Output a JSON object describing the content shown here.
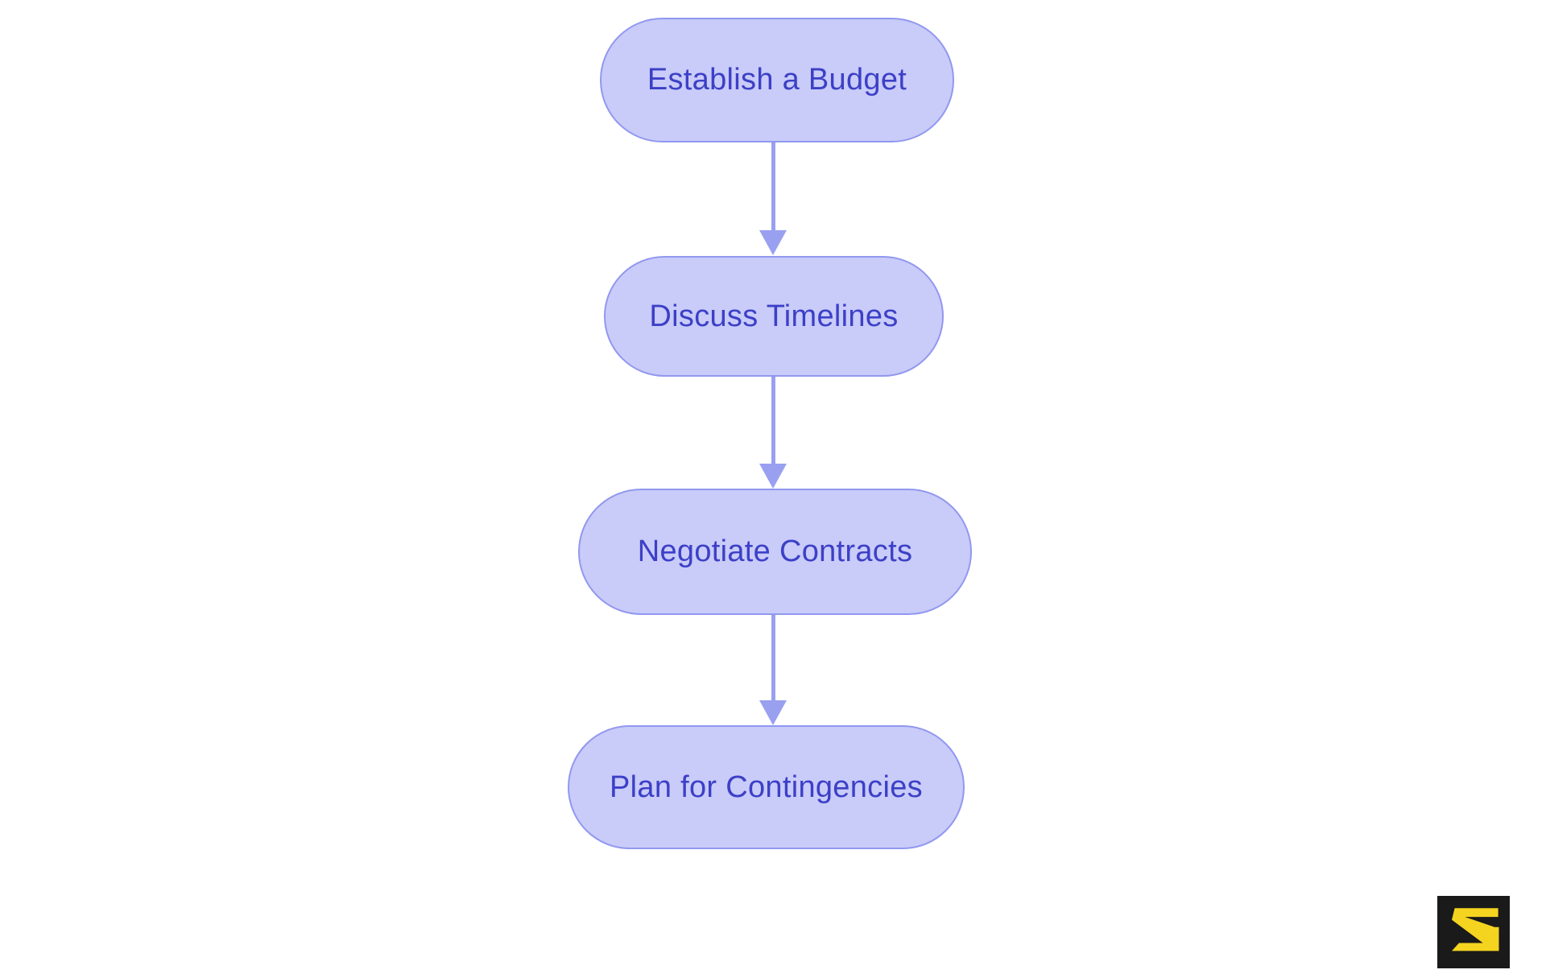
{
  "diagram": {
    "type": "flowchart",
    "direction": "top-down",
    "background": "#ffffff",
    "nodes": [
      {
        "id": "establish-budget",
        "label": "Establish a Budget"
      },
      {
        "id": "discuss-timelines",
        "label": "Discuss Timelines"
      },
      {
        "id": "negotiate-contracts",
        "label": "Negotiate Contracts"
      },
      {
        "id": "plan-contingencies",
        "label": "Plan for Contingencies"
      }
    ],
    "edges": [
      {
        "from": "establish-budget",
        "to": "discuss-timelines",
        "style": "arrow-down"
      },
      {
        "from": "discuss-timelines",
        "to": "negotiate-contracts",
        "style": "arrow-down"
      },
      {
        "from": "negotiate-contracts",
        "to": "plan-contingencies",
        "style": "arrow-down"
      }
    ],
    "colors": {
      "node_fill": "#c9cbf9",
      "node_border": "#9198ef",
      "node_text": "#3c40c6",
      "arrow": "#99a0f0"
    }
  },
  "logo": {
    "letter": "S",
    "background": "#1a1a1a",
    "foreground": "#f5d41f"
  }
}
